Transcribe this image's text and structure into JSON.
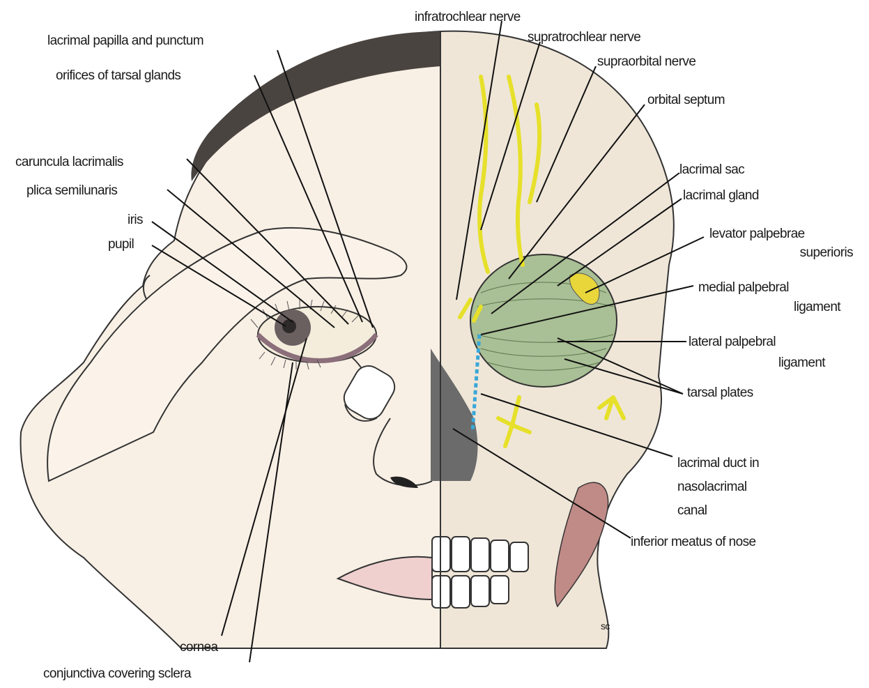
{
  "labels": {
    "lacrimal_papilla": "lacrimal papilla and punctum",
    "orifices_tarsal": "orifices of tarsal glands",
    "caruncula": "caruncula lacrimalis",
    "plica": "plica semilunaris",
    "iris": "iris",
    "pupil": "pupil",
    "cornea": "cornea",
    "conjunctiva": "conjunctiva covering sclera",
    "infratrochlear": "infratrochlear nerve",
    "supratrochlear": "supratrochlear nerve",
    "supraorbital": "supraorbital nerve",
    "orbital_septum": "orbital septum",
    "lacrimal_sac": "lacrimal sac",
    "lacrimal_gland": "lacrimal gland",
    "levator_1": "levator palpebrae",
    "levator_2": "superioris",
    "medial_lig_1": "medial palpebral",
    "medial_lig_2": "ligament",
    "lateral_lig_1": "lateral palpebral",
    "lateral_lig_2": "ligament",
    "tarsal_plates": "tarsal plates",
    "lacrimal_duct_1": "lacrimal duct in",
    "lacrimal_duct_2": "nasolacrimal",
    "lacrimal_duct_3": "canal",
    "inferior_meatus": "inferior meatus of nose",
    "signature": "sc"
  },
  "colors": {
    "nerve": "#e6e02a",
    "lacrimal_duct": "#3aa7d8",
    "eyeball_green": "#a9bf95",
    "skull": "#efe6d8",
    "skin": "#f8efe5",
    "hair": "#4a4440"
  }
}
